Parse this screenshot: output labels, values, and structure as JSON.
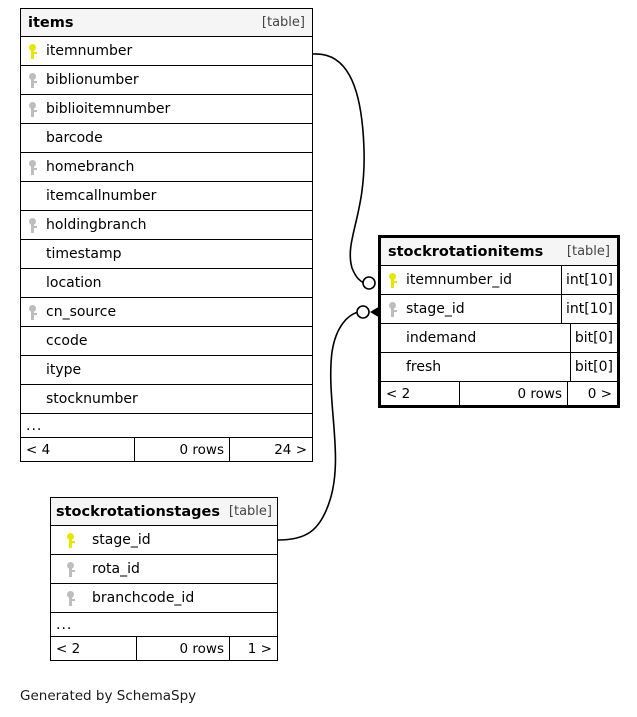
{
  "diagram": {
    "credit": "Generated by SchemaSpy",
    "table_tag": "[table]",
    "ellipsis": "...",
    "key_icon_pk": "key-icon-primary",
    "key_icon_fk": "key-icon-foreign",
    "colors": {
      "primary_key": "#e6e600",
      "foreign_key": "#bdbdbd",
      "header_bg": "#f5f5f5",
      "border": "#000000",
      "edge": "#000000",
      "background": "#ffffff"
    }
  },
  "tables": [
    {
      "name": "items",
      "tag": "[table]",
      "emphasized": false,
      "columns": [
        {
          "name": "itemnumber",
          "key": "pk",
          "type": ""
        },
        {
          "name": "biblionumber",
          "key": "fk",
          "type": ""
        },
        {
          "name": "biblioitemnumber",
          "key": "fk",
          "type": ""
        },
        {
          "name": "barcode",
          "key": "",
          "type": ""
        },
        {
          "name": "homebranch",
          "key": "fk",
          "type": ""
        },
        {
          "name": "itemcallnumber",
          "key": "",
          "type": ""
        },
        {
          "name": "holdingbranch",
          "key": "fk",
          "type": ""
        },
        {
          "name": "timestamp",
          "key": "",
          "type": ""
        },
        {
          "name": "location",
          "key": "",
          "type": ""
        },
        {
          "name": "cn_source",
          "key": "fk",
          "type": ""
        },
        {
          "name": "ccode",
          "key": "",
          "type": ""
        },
        {
          "name": "itype",
          "key": "",
          "type": ""
        },
        {
          "name": "stocknumber",
          "key": "",
          "type": ""
        }
      ],
      "has_ellipsis": true,
      "footer": {
        "left": "< 4",
        "middle": "0 rows",
        "right": "24 >"
      }
    },
    {
      "name": "stockrotationitems",
      "tag": "[table]",
      "emphasized": true,
      "columns": [
        {
          "name": "itemnumber_id",
          "key": "pk",
          "type": "int[10]"
        },
        {
          "name": "stage_id",
          "key": "fk",
          "type": "int[10]"
        },
        {
          "name": "indemand",
          "key": "",
          "type": "bit[0]"
        },
        {
          "name": "fresh",
          "key": "",
          "type": "bit[0]"
        }
      ],
      "has_ellipsis": false,
      "footer": {
        "left": "< 2",
        "middle": "0 rows",
        "right": "0 >"
      }
    },
    {
      "name": "stockrotationstages",
      "tag": "[table]",
      "emphasized": false,
      "columns": [
        {
          "name": "stage_id",
          "key": "pk",
          "type": ""
        },
        {
          "name": "rota_id",
          "key": "fk",
          "type": ""
        },
        {
          "name": "branchcode_id",
          "key": "fk",
          "type": ""
        }
      ],
      "has_ellipsis": true,
      "footer": {
        "left": "< 2",
        "middle": "0 rows",
        "right": "1 >"
      }
    }
  ],
  "relationships": [
    {
      "from_table": "items",
      "from_column": "itemnumber",
      "to_table": "stockrotationitems",
      "to_column": "itemnumber_id"
    },
    {
      "from_table": "stockrotationstages",
      "from_column": "stage_id",
      "to_table": "stockrotationitems",
      "to_column": "stage_id"
    }
  ]
}
